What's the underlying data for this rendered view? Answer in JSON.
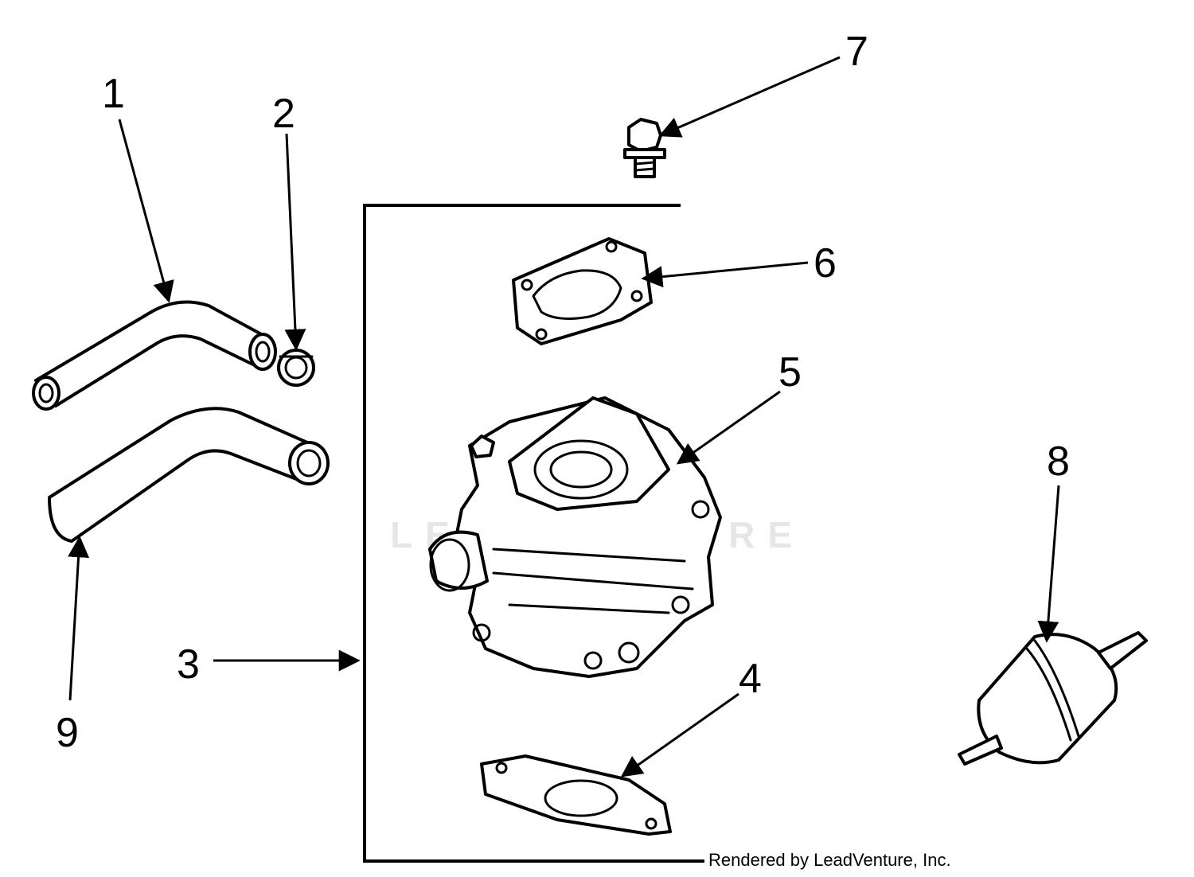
{
  "callouts": {
    "c1": "1",
    "c2": "2",
    "c3": "3",
    "c4": "4",
    "c5": "5",
    "c6": "6",
    "c7": "7",
    "c8": "8",
    "c9": "9"
  },
  "credit": "Rendered by LeadVenture, Inc.",
  "watermark": "LEADVENTURE"
}
